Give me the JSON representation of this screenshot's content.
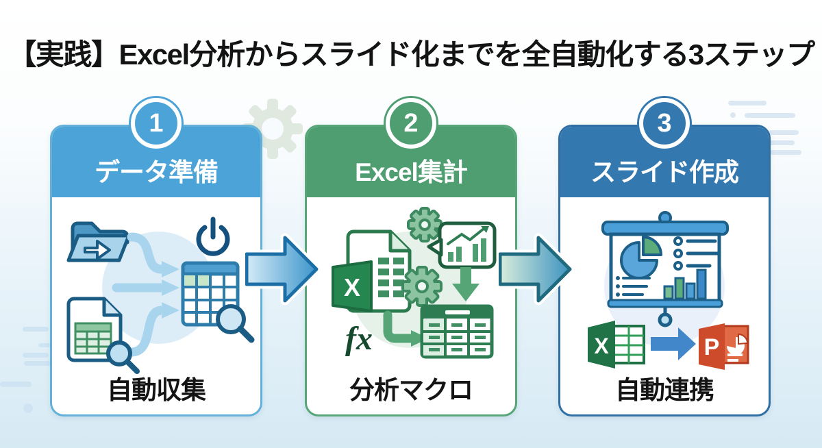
{
  "title": "【実践】Excel分析からスライド化までを全自動化する3ステップ",
  "steps": [
    {
      "number": "1",
      "header": "データ準備",
      "caption": "自動収集",
      "accent_color": "#4BA3D8",
      "border_color": "#63B1D8",
      "icons": [
        "folder-import-icon",
        "power-icon",
        "merge-arrows-icon",
        "document-magnifier-icon",
        "spreadsheet-magnifier-icon"
      ]
    },
    {
      "number": "2",
      "header": "Excel集計",
      "caption": "分析マクロ",
      "accent_color": "#4F9E72",
      "border_color": "#57A578",
      "excel_letter": "X",
      "fx_label": "fx",
      "icons": [
        "excel-file-icon",
        "gear-icon",
        "chart-bubble-icon",
        "down-arrow-icon",
        "fx-formula-icon",
        "corner-arrow-icon",
        "summary-table-icon"
      ]
    },
    {
      "number": "3",
      "header": "スライド作成",
      "caption": "自動連携",
      "accent_color": "#3478B0",
      "border_color": "#2F6FA3",
      "excel_letter": "X",
      "ppt_letter": "P",
      "icons": [
        "presentation-board-icon",
        "excel-logo-icon",
        "transfer-arrow-icon",
        "powerpoint-logo-icon"
      ]
    }
  ],
  "connectors": [
    {
      "name": "arrow-step1-to-step2",
      "from": "データ準備",
      "to": "Excel集計",
      "gradient": [
        "#D4EBF7",
        "#3C95CB"
      ],
      "outline": "#1C6EA6"
    },
    {
      "name": "arrow-step2-to-step3",
      "from": "Excel集計",
      "to": "スライド作成",
      "gradient": [
        "#D9ECDC",
        "#3C93C0"
      ],
      "outline": "#1F6A7E"
    }
  ],
  "decorations": [
    "gear-watermark",
    "text-lines-top-right",
    "text-lines-bottom-left"
  ]
}
